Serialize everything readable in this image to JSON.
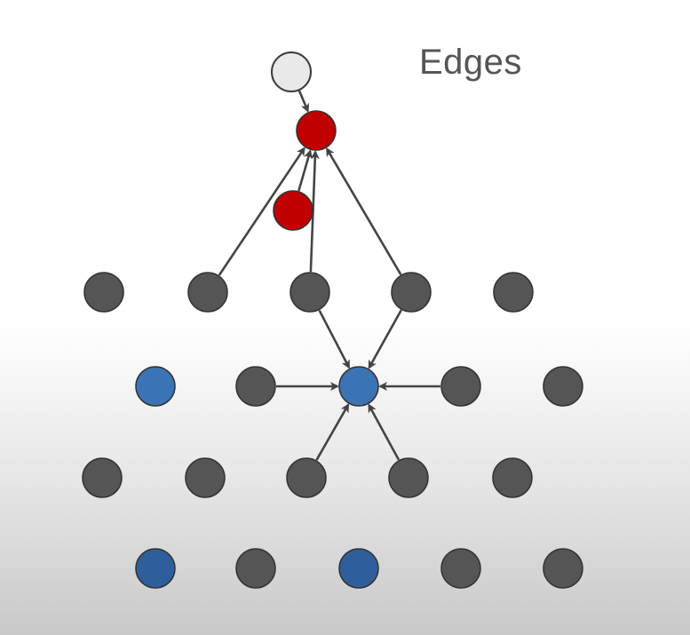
{
  "title": "Edges",
  "colors": {
    "top": "#e9e9e9",
    "red": "#c00000",
    "gray": "#555555",
    "blue": "#3a74b5",
    "blue_dark": "#2e5f9a",
    "edge": "#444444",
    "node_stroke": "#333333"
  },
  "nodes": [
    {
      "id": "top",
      "kind": "top"
    },
    {
      "id": "r1",
      "kind": "red"
    },
    {
      "id": "r2",
      "kind": "red"
    },
    {
      "id": "a1",
      "kind": "gray"
    },
    {
      "id": "a2",
      "kind": "gray"
    },
    {
      "id": "a3",
      "kind": "gray"
    },
    {
      "id": "a4",
      "kind": "gray"
    },
    {
      "id": "a5",
      "kind": "gray"
    },
    {
      "id": "b1",
      "kind": "blue"
    },
    {
      "id": "b2",
      "kind": "gray"
    },
    {
      "id": "b3",
      "kind": "blue"
    },
    {
      "id": "b4",
      "kind": "gray"
    },
    {
      "id": "b5",
      "kind": "gray"
    },
    {
      "id": "c1",
      "kind": "gray"
    },
    {
      "id": "c2",
      "kind": "gray"
    },
    {
      "id": "c3",
      "kind": "gray"
    },
    {
      "id": "c4",
      "kind": "gray"
    },
    {
      "id": "c5",
      "kind": "gray"
    },
    {
      "id": "d1",
      "kind": "blue_dark"
    },
    {
      "id": "d2",
      "kind": "gray"
    },
    {
      "id": "d3",
      "kind": "blue_dark"
    },
    {
      "id": "d4",
      "kind": "gray"
    },
    {
      "id": "d5",
      "kind": "gray"
    }
  ],
  "edges": [
    {
      "from": "top",
      "to": "r1"
    },
    {
      "from": "r2",
      "to": "r1"
    },
    {
      "from": "a2",
      "to": "r1"
    },
    {
      "from": "a3",
      "to": "r1"
    },
    {
      "from": "a4",
      "to": "r1"
    },
    {
      "from": "a3",
      "to": "b3"
    },
    {
      "from": "a4",
      "to": "b3"
    },
    {
      "from": "b2",
      "to": "b3"
    },
    {
      "from": "b4",
      "to": "b3"
    },
    {
      "from": "c3",
      "to": "b3"
    },
    {
      "from": "c4",
      "to": "b3"
    }
  ]
}
